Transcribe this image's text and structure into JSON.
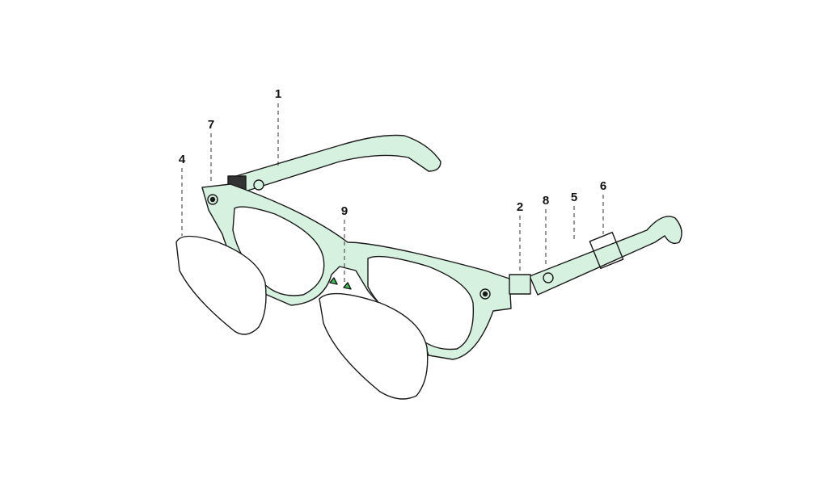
{
  "diagram": {
    "colors": {
      "frame": "#d6f1df",
      "outline": "#1a1a1a",
      "accent": "#3fc05a"
    },
    "labels": [
      {
        "id": "label-1",
        "text": "1"
      },
      {
        "id": "label-7",
        "text": "7"
      },
      {
        "id": "label-4",
        "text": "4"
      },
      {
        "id": "label-9",
        "text": "9"
      },
      {
        "id": "label-2",
        "text": "2"
      },
      {
        "id": "label-8",
        "text": "8"
      },
      {
        "id": "label-5",
        "text": "5"
      },
      {
        "id": "label-6",
        "text": "6"
      }
    ]
  }
}
